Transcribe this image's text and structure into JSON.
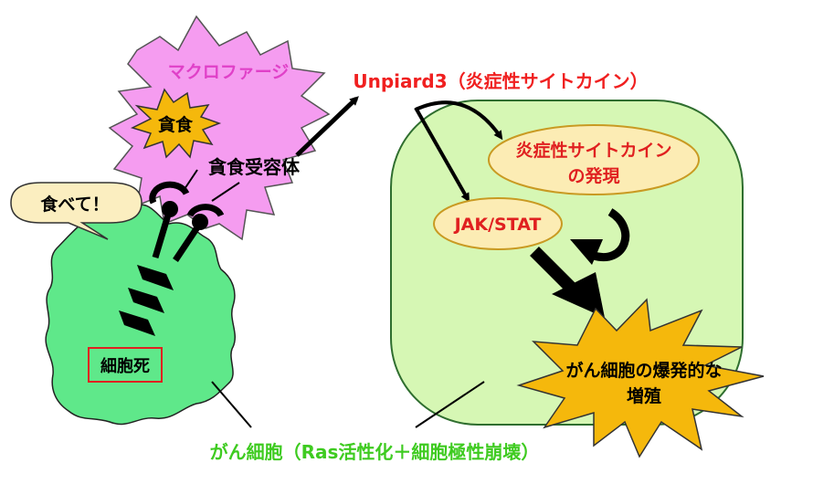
{
  "labels": {
    "macrophage": "マクロファージ",
    "phagocytosis": "貪食",
    "receptor": "貪食受容体",
    "eat_me": "食べて！",
    "cell_death": "細胞死",
    "unpaired3": "Unpiard3（炎症性サイトカイン）",
    "cytokine_line1": "炎症性サイトカイン",
    "cytokine_line2": "の発現",
    "jakstat": "JAK/STAT",
    "proliferation_line1": "がん細胞の爆発的な",
    "proliferation_line2": "増殖",
    "cancer_cell": "がん細胞（Ras活性化＋細胞極性崩壊）"
  },
  "colors": {
    "macrophage_fill": "#f59cf0",
    "macrophage_text": "#e040c8",
    "dying_cell_fill": "#5fe88a",
    "cancer_cell_fill": "#d6f7b4",
    "cancer_cell_stroke": "#2f6e2f",
    "burst_fill": "#f5b80c",
    "oval_fill": "#fcecb4",
    "oval_stroke": "#c99a22",
    "unpaired3_text": "#f02020",
    "cancer_label_text": "#3ecb20",
    "cell_death_border": "#e02020",
    "speech_fill": "#fbeec0"
  }
}
